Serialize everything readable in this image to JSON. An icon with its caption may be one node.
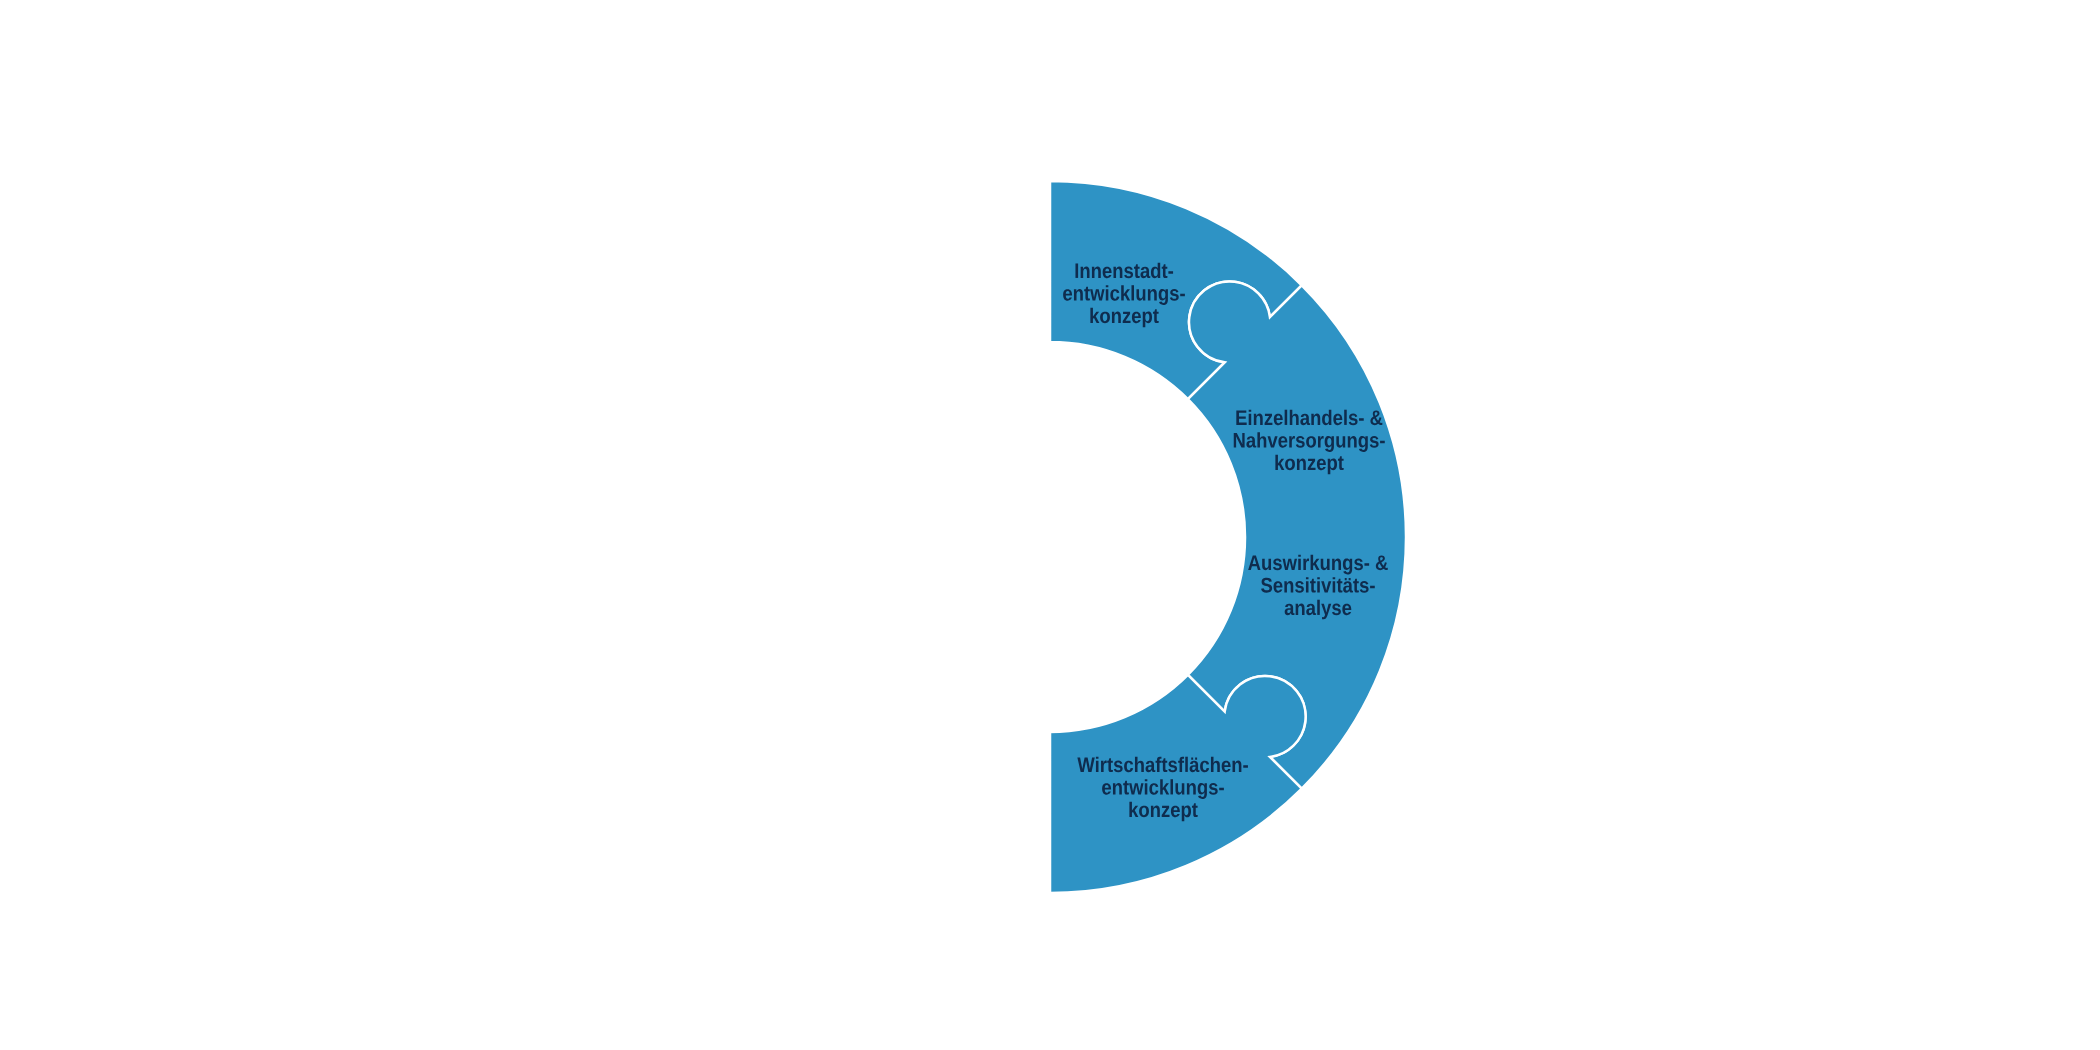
{
  "diagram": {
    "nodes": [
      {
        "text": [
          "Innenstadt- entwicklungs- konzept"
        ]
      },
      {
        "text": [
          "Einzelhandels- & Nahversorgungs- konzept",
          "Auswirkungs- & Sensitivitäts- analyse"
        ]
      },
      {
        "text": [
          "Wirtschaftsflächen- entwicklungs- konzept"
        ]
      }
    ]
  }
}
